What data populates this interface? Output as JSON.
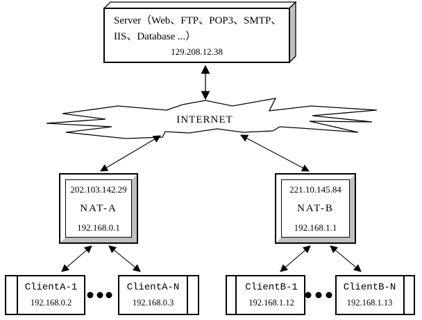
{
  "server": {
    "line1": "Server（Web、FTP、POP3、SMTP、",
    "line2": "IIS、Database ...）",
    "ip": "129.208.12.38"
  },
  "internet": {
    "label": "INTERNET"
  },
  "nats": {
    "a": {
      "public_ip": "202.103.142.29",
      "name": "NAT-A",
      "private_ip": "192.168.0.1"
    },
    "b": {
      "public_ip": "221.10.145.84",
      "name": "NAT-B",
      "private_ip": "192.168.1.1"
    }
  },
  "clients": [
    {
      "name": "ClientA-1",
      "ip": "192.168.0.2"
    },
    {
      "name": "ClientA-N",
      "ip": "192.168.0.3"
    },
    {
      "name": "ClientB-1",
      "ip": "192.168.1.12"
    },
    {
      "name": "ClientB-N",
      "ip": "192.168.1.13"
    }
  ],
  "icons": {
    "more_clients_left": "ellipsis-dots",
    "more_clients_right": "ellipsis-dots",
    "internet_shape": "explosion-burst",
    "link_arrow": "double-headed-arrow"
  },
  "colors": {
    "outline": "#000000",
    "background": "#ffffff",
    "bevel_light": "#ffffff",
    "bevel_shade": "#c0c0c0",
    "server_side_shade": "#c0c0c0"
  }
}
